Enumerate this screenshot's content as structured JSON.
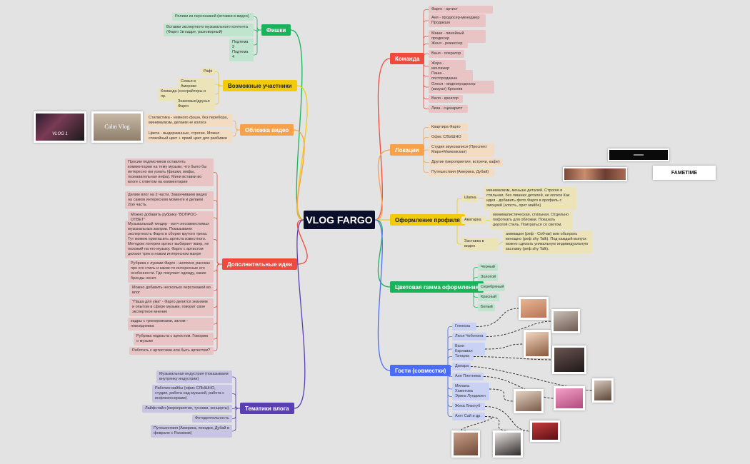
{
  "colors": {
    "red": "#f0493e",
    "orange": "#f7a24a",
    "yellow": "#f2cc0c",
    "green": "#19b35c",
    "blue": "#4a6cf7",
    "indigo": "#4b3fc2",
    "purple": "#5a3fb4",
    "red_leaf": "#e9c4c4",
    "orange_leaf": "#f3dcc2",
    "yellow_leaf": "#ece3b8",
    "green_leaf": "#bfe5cf",
    "blue_leaf": "#c9d2f4",
    "purple_leaf": "#c8c4e4"
  },
  "center": "VLOG FARGO",
  "main": {
    "team": "Команда",
    "locations": "Локации",
    "profile": "Оформление профиля",
    "palette": "Цветовая гамма оформления",
    "guests": "Гости (совместки)",
    "tricks": "Фишки",
    "participants": "Возможные участники",
    "cover": "Обложка видео",
    "ideas": "Дополнительные идеи",
    "topics": "Тематики влога"
  },
  "team": [
    "Фарго - артист",
    "Аня - продюсер-менеджер Продакшн",
    "Маша - линейный продюсер",
    "Женя - режиссер",
    "Ваня - оператор",
    "Жора - монтажер",
    "Паша - постпродакшн",
    "Олеся - видеопродюсер (визуал) Креатив",
    "Валя - креатор",
    "Лиза - сценарист"
  ],
  "locations": [
    "Квартира Фарго",
    "Офис СЛЫШНО",
    "Студия звукозаписи (Проспект Мира+Маяковская)",
    "Другие (мероприятия, встречи, кафе)",
    "Путешествия (Америка, Дубай)"
  ],
  "profile": [
    {
      "label": "Шапка",
      "text": "минимализм, меньше деталей. Строгая и стильная, без лишних деталей, не колхоз Как идея - добавить фото Фарго в профиль с эмоцией (злость, орет майбе)"
    },
    {
      "label": "Аватарка",
      "text": "минималистическая, стильная. Отдельно пофоткать для обложки. Показать дорогой стиль. Поиграться со светом."
    },
    {
      "label": "Заставка в видео",
      "text": "анимация (реф - Собчак) или обыграть кинощно (реф shy Talk). Под каждый выпуск можно сделать уникальную индивидуальную заставку (реф shy Talk)."
    }
  ],
  "palette": [
    "Черный",
    "Золотой",
    "Серебряный",
    "Красный",
    "Белый"
  ],
  "guests": [
    "Глюкоза",
    "Люся Чеботина",
    "Валя Карнавал",
    "Татарка",
    "Дилара",
    "Аня Плетнева",
    "Милана Хаметова",
    "Эрика Лундмоен",
    "Жека Лизогуб",
    "Ангт Сай и др."
  ],
  "tricks": [
    "Ролики из персонажей (вставки в видео)",
    "Вставки экспертного музыкального контента (Фарго 1в кадре, разговорный)",
    "Подтема 3",
    "Подтема 4"
  ],
  "participants": [
    "Рафі",
    "Семья в Америке",
    "Команда (сонграйтеры и пр.",
    "Знакомые/друзья Фарго"
  ],
  "cover": [
    "Стилистика - немного фэшн, без перебора, минимализм, делаем не колхоз",
    "Цвета - выдержанные, строгие. Можно спокойный цвет + яркий цвет для разбивки"
  ],
  "cover_thumbs": [
    "VLOG 1",
    "Calm Vlog"
  ],
  "ideas": [
    "Просим подписчиков оставлять комментарии на тему музыки, что было бы интересно им узнать (фишки, мифы, познавательная инфа). Мини вставки во влоге с ответом на комментарии",
    "Делим влог на 2 части. Заканчиваем видео на самом интересном моменте и делаем 2ую часть.",
    "Можно добавить рубрику \"ВОПРОС-ОТВЕТ\"",
    "Музыкальный тиндер - мэтч несовместимых музыкальных жанров. Показываем экспертность Фарго в сборке крутого трека. Тут можем пригласить артиста известного. Методом лотереи артист выбирает жанр, не похожий на его музыку. Фарго с артистом делают трек в новом интересном жанре",
    "Рубрика с луками Фарго - шоппинг, рассказ про его стиль и какие-то интересные его особенности. Где покупает одежду, какие бренды носит.",
    "Можно добавить несколько персонажей во влог",
    "\"Паша для ума\" - Фарго делится знанием и опытом в сфере музыки, говорит свое экспертное мнение",
    "кадры с тренировками, залом - повседневка",
    "Рубрика подкаста с артистом. Говорим о музыке",
    "Работать с артистами или быть артистом?"
  ],
  "topics": [
    "Музыкальная индустрия (показываем внутрянку индустрии)",
    "Рабочие вайбы (офис СЛЫШНО, студия, работа над музыкой, работа с инфлюенсерами)",
    "Лайфстайл (мероприятия, тусовки, концерты)",
    "Фотодеятельность",
    "Путешествия (Америка, поездки, Дубай в феврале с Рахимом)"
  ],
  "brands": {
    "fametime": "FAMETIME",
    "small": ""
  }
}
